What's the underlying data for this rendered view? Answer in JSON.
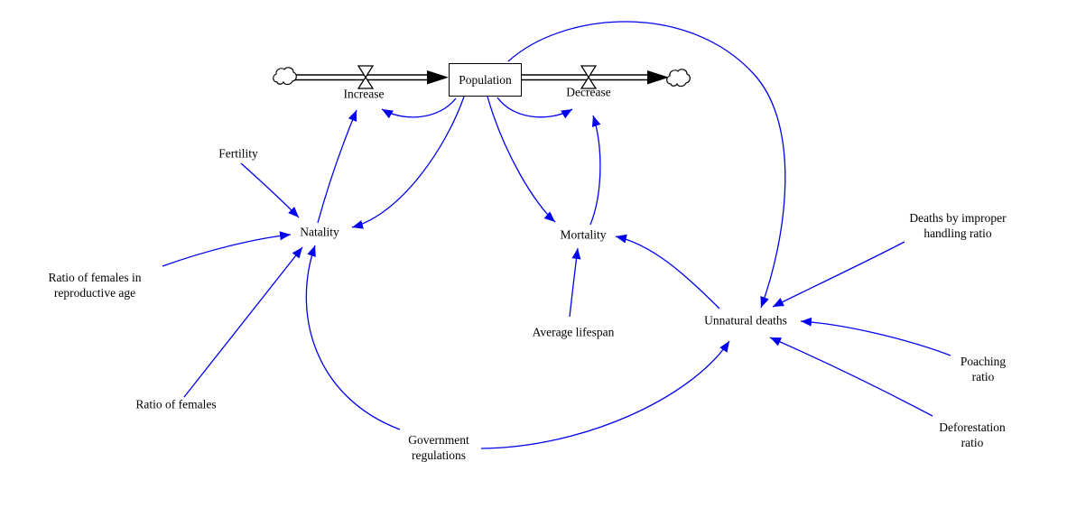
{
  "diagram": {
    "type": "stock-and-flow",
    "colors": {
      "link": "#0000ee",
      "structure": "#000000",
      "text": "#000000",
      "background": "#ffffff"
    },
    "stock": {
      "label": "Population"
    },
    "flows": [
      {
        "id": "increase",
        "label": "Increase",
        "direction": "into-stock"
      },
      {
        "id": "decrease",
        "label": "Decrease",
        "direction": "out-of-stock"
      }
    ],
    "variables": [
      {
        "id": "fertility",
        "label": "Fertility"
      },
      {
        "id": "natality",
        "label": "Natality"
      },
      {
        "id": "ratio-of-females-in-reproductive-age",
        "label": "Ratio of females in\nreproductive age"
      },
      {
        "id": "ratio-of-females",
        "label": "Ratio of females"
      },
      {
        "id": "government-regulations",
        "label": "Government\nregulations"
      },
      {
        "id": "mortality",
        "label": "Mortality"
      },
      {
        "id": "average-lifespan",
        "label": "Average lifespan"
      },
      {
        "id": "unnatural-deaths",
        "label": "Unnatural deaths"
      },
      {
        "id": "deaths-by-improper-handling-ratio",
        "label": "Deaths by improper\nhandling ratio"
      },
      {
        "id": "poaching-ratio",
        "label": "Poaching\nratio"
      },
      {
        "id": "deforestation-ratio",
        "label": "Deforestation\nratio"
      }
    ],
    "links": [
      {
        "from": "Fertility",
        "to": "Natality"
      },
      {
        "from": "Ratio of females in reproductive age",
        "to": "Natality"
      },
      {
        "from": "Ratio of females",
        "to": "Natality"
      },
      {
        "from": "Government regulations",
        "to": "Natality"
      },
      {
        "from": "Population",
        "to": "Natality"
      },
      {
        "from": "Natality",
        "to": "Increase"
      },
      {
        "from": "Population",
        "to": "Increase"
      },
      {
        "from": "Population",
        "to": "Decrease"
      },
      {
        "from": "Population",
        "to": "Mortality"
      },
      {
        "from": "Mortality",
        "to": "Decrease"
      },
      {
        "from": "Average lifespan",
        "to": "Mortality"
      },
      {
        "from": "Unnatural deaths",
        "to": "Mortality"
      },
      {
        "from": "Population",
        "to": "Unnatural deaths"
      },
      {
        "from": "Deaths by improper handling ratio",
        "to": "Unnatural deaths"
      },
      {
        "from": "Poaching ratio",
        "to": "Unnatural deaths"
      },
      {
        "from": "Deforestation ratio",
        "to": "Unnatural deaths"
      },
      {
        "from": "Government regulations",
        "to": "Unnatural deaths"
      }
    ]
  }
}
